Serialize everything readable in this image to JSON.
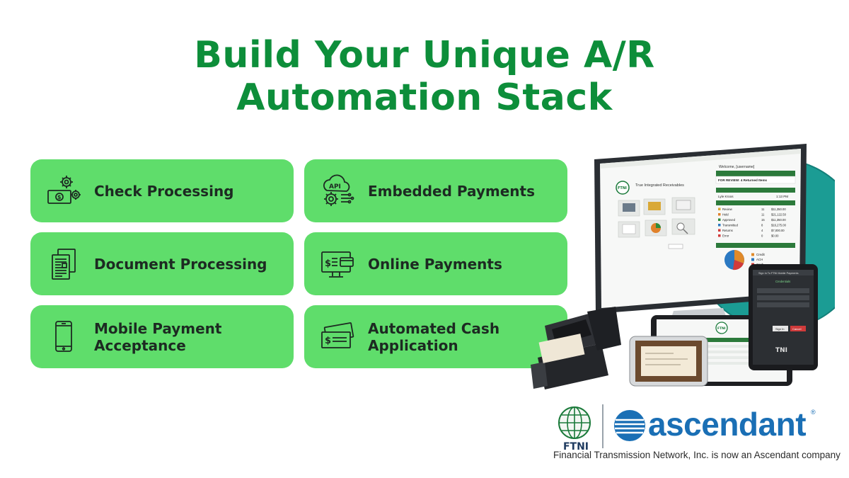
{
  "title": "Build Your Unique A/R\nAutomation Stack",
  "features": [
    {
      "label": "Check Processing",
      "icon": "check-gears-icon"
    },
    {
      "label": "Embedded Payments",
      "icon": "api-cloud-gear-icon"
    },
    {
      "label": "Document Processing",
      "icon": "documents-icon"
    },
    {
      "label": "Online Payments",
      "icon": "monitor-card-icon"
    },
    {
      "label": "Mobile Payment\nAcceptance",
      "icon": "smartphone-icon"
    },
    {
      "label": "Automated Cash\nApplication",
      "icon": "checks-icon"
    }
  ],
  "screen": {
    "tagline": "True Integrated Receivables",
    "welcome": "Welcome, [username]",
    "review_note": "FOR REVIEW: 4 Returned Items",
    "user": "Lyle Kroos",
    "time": "1:13 PM",
    "status_rows": [
      {
        "label": "Review",
        "count": "11",
        "amount": "$11,350.00"
      },
      {
        "label": "Hold",
        "count": "11",
        "amount": "$21,122.50"
      },
      {
        "label": "Approved",
        "count": "15",
        "amount": "$11,350.00"
      },
      {
        "label": "Transmitted",
        "count": "8",
        "amount": "$16,275.00"
      },
      {
        "label": "Returns",
        "count": "4",
        "amount": "$7,000.00"
      },
      {
        "label": "Error",
        "count": "0",
        "amount": "$0.00"
      }
    ],
    "legend": [
      "Credit",
      "ACH",
      "Cash"
    ],
    "tablet_title": "Sign In To FTNI Mobile Payments",
    "tablet_heading": "Credentials",
    "tablet_button": "Sign In",
    "tablet_cancel": "Cancel"
  },
  "logos": {
    "ftni": "FTNI",
    "ascendant": "ascendant",
    "registered": "®",
    "tagline": "Financial Transmission Network, Inc. is now an Ascendant company"
  },
  "colors": {
    "title_green": "#0d8e3a",
    "card_green": "#5fdd6b",
    "ascendant_blue": "#1a6fb5",
    "teal_backdrop": "#1b9c94"
  }
}
